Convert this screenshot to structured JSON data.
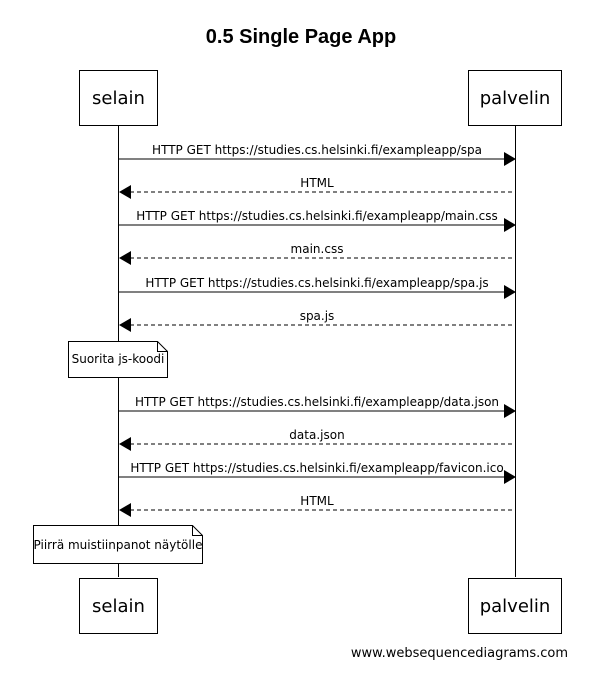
{
  "title": "0.5 Single Page App",
  "participants": [
    {
      "id": "browser",
      "label": "selain"
    },
    {
      "id": "server",
      "label": "palvelin"
    }
  ],
  "messages": [
    {
      "from": "browser",
      "to": "server",
      "label": "HTTP GET https://studies.cs.helsinki.fi/exampleapp/spa",
      "style": "solid"
    },
    {
      "from": "server",
      "to": "browser",
      "label": "HTML",
      "style": "dashed"
    },
    {
      "from": "browser",
      "to": "server",
      "label": "HTTP GET https://studies.cs.helsinki.fi/exampleapp/main.css",
      "style": "solid"
    },
    {
      "from": "server",
      "to": "browser",
      "label": "main.css",
      "style": "dashed"
    },
    {
      "from": "browser",
      "to": "server",
      "label": "HTTP GET https://studies.cs.helsinki.fi/exampleapp/spa.js",
      "style": "solid"
    },
    {
      "from": "server",
      "to": "browser",
      "label": "spa.js",
      "style": "dashed"
    },
    {
      "from": "browser",
      "to": "server",
      "label": "HTTP GET https://studies.cs.helsinki.fi/exampleapp/data.json",
      "style": "solid"
    },
    {
      "from": "server",
      "to": "browser",
      "label": "data.json",
      "style": "dashed"
    },
    {
      "from": "browser",
      "to": "server",
      "label": "HTTP GET https://studies.cs.helsinki.fi/exampleapp/favicon.ico",
      "style": "solid"
    },
    {
      "from": "server",
      "to": "browser",
      "label": "HTML",
      "style": "dashed"
    }
  ],
  "notes": [
    {
      "over": "browser",
      "text": "Suorita js-koodi"
    },
    {
      "over": "browser",
      "text": "Piirrä muistiinpanot näytölle"
    }
  ],
  "footer": "www.websequencediagrams.com"
}
